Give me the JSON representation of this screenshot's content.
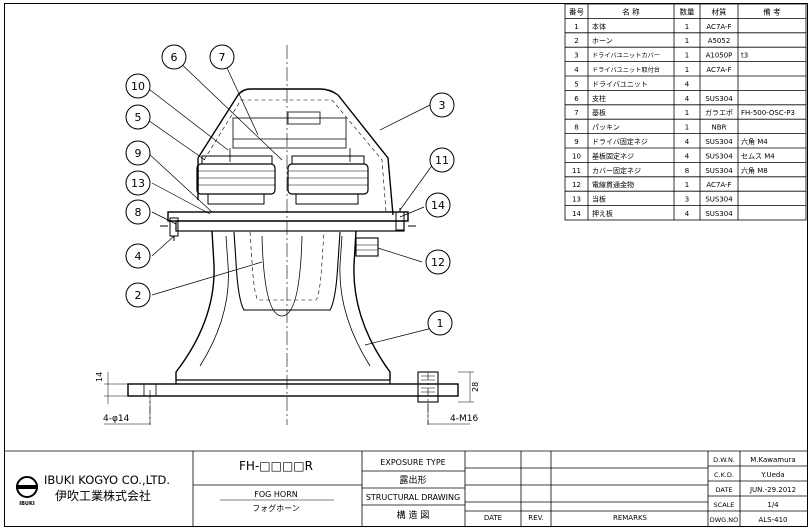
{
  "parts": {
    "headers": [
      "番号",
      "名 称",
      "数量",
      "材質",
      "備 考"
    ],
    "rows": [
      [
        "1",
        "本体",
        "1",
        "AC7A-F",
        ""
      ],
      [
        "2",
        "ホーン",
        "1",
        "A5052",
        ""
      ],
      [
        "3",
        "ドライバユニットカバー",
        "1",
        "A1050P",
        "t3"
      ],
      [
        "4",
        "ドライバユニット取付台",
        "1",
        "AC7A-F",
        ""
      ],
      [
        "5",
        "ドライバユニット",
        "4",
        "",
        ""
      ],
      [
        "6",
        "支柱",
        "4",
        "SUS304",
        ""
      ],
      [
        "7",
        "基板",
        "1",
        "ガラエポ",
        "FH-500-OSC-P3"
      ],
      [
        "8",
        "パッキン",
        "1",
        "NBR",
        ""
      ],
      [
        "9",
        "ドライバ固定ネジ",
        "4",
        "SUS304",
        "六角 M4"
      ],
      [
        "10",
        "基板固定ネジ",
        "4",
        "SUS304",
        "セムス M4"
      ],
      [
        "11",
        "カバー固定ネジ",
        "8",
        "SUS304",
        "六角 M8"
      ],
      [
        "12",
        "電線貫通金物",
        "1",
        "AC7A-F",
        ""
      ],
      [
        "13",
        "当板",
        "3",
        "SUS304",
        ""
      ],
      [
        "14",
        "押え板",
        "4",
        "SUS304",
        ""
      ]
    ]
  },
  "balloons": [
    "1",
    "2",
    "3",
    "4",
    "5",
    "6",
    "7",
    "8",
    "9",
    "10",
    "11",
    "12",
    "13",
    "14"
  ],
  "dimensions": {
    "hole_note": "4-φ14",
    "thread_note": "4-M16",
    "height_left": "14",
    "height_right": "28"
  },
  "title_block": {
    "company_en": "IBUKI KOGYO CO.,LTD.",
    "company_jp": "伊吹工業株式会社",
    "logo_text": "IBUKI",
    "model": "FH-□□□□R",
    "name_en": "FOG HORN",
    "name_jp": "フォグホーン",
    "exposure_label": "EXPOSURE TYPE",
    "exposure_jp": "露出形",
    "drawing_label": "STRUCTURAL DRAWING",
    "drawing_jp": "構 造 図",
    "rev_headers": [
      "DATE",
      "REV.",
      "REMARKS"
    ],
    "dwn_label": "D.W.N.",
    "dwn_value": "M.Kawamura",
    "ckd_label": "C.K.D.",
    "ckd_value": "Y.Ueda",
    "date_label": "DATE",
    "date_value": "JUN.-29.2012",
    "scale_label": "SCALE",
    "scale_value": "1/4",
    "dwgno_label": "DWG.NO",
    "dwgno_value": "ALS-410"
  }
}
